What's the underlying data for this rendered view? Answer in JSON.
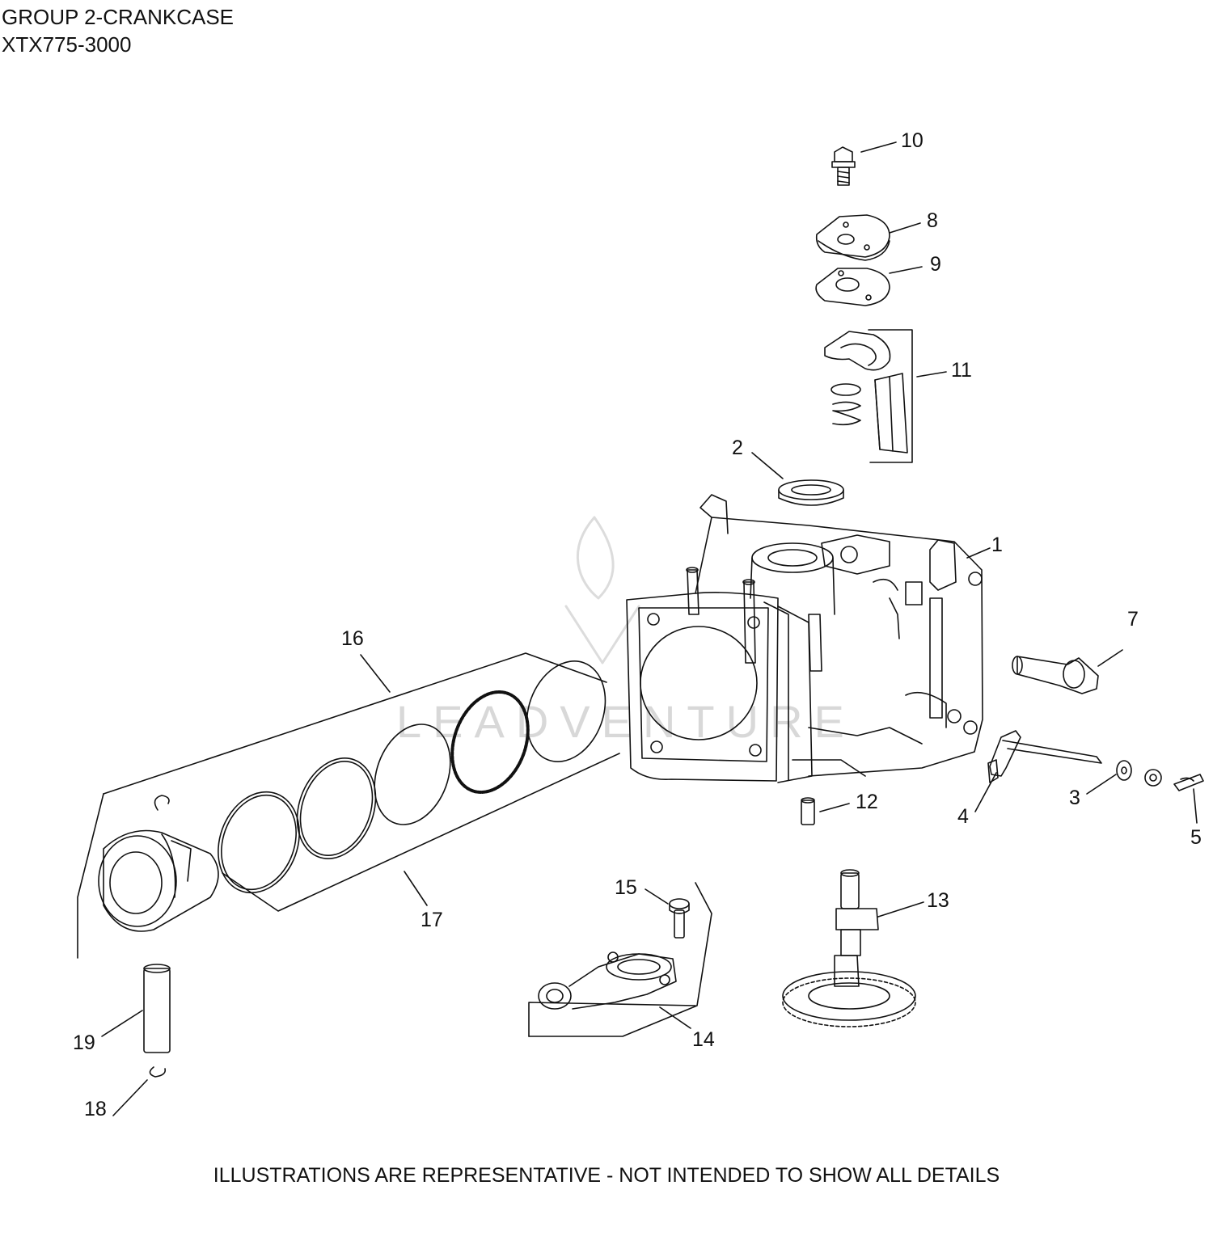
{
  "header": {
    "title": "GROUP 2-CRANKCASE",
    "model": "XTX775-3000"
  },
  "callouts": [
    "1",
    "2",
    "3",
    "4",
    "5",
    "7",
    "8",
    "9",
    "10",
    "11",
    "12",
    "13",
    "14",
    "15",
    "16",
    "17",
    "18",
    "19"
  ],
  "watermark": "LEADVENTURE",
  "footer": {
    "note": "ILLUSTRATIONS ARE REPRESENTATIVE - NOT INTENDED TO SHOW ALL DETAILS"
  },
  "colors": {
    "line": "#111111",
    "watermark": "#d8d8d8"
  }
}
